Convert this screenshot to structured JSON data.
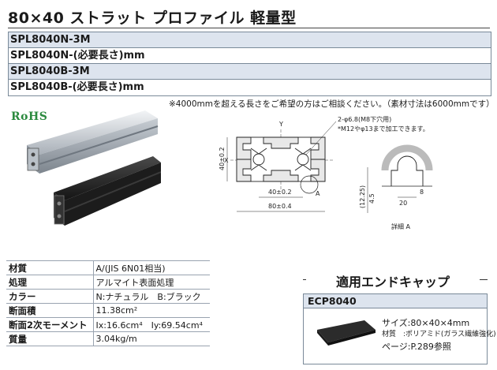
{
  "header": {
    "title": "80×40 ストラット プロファイル 軽量型"
  },
  "codes": [
    {
      "text": "SPL8040N-3M",
      "style": "shade"
    },
    {
      "text": "SPL8040N-(必要長さ)mm",
      "style": "plain"
    },
    {
      "text": "SPL8040B-3M",
      "style": "shade"
    },
    {
      "text": "SPL8040B-(必要長さ)mm",
      "style": "plain"
    }
  ],
  "note": "※4000mmを超える長さをご希望の方はご相談ください。（素材寸法は6000mmです）",
  "badge": "RoHS",
  "drawing": {
    "axis_y": "Y",
    "axis_x": "X",
    "hole_note1": "2-φ6.8(M8下穴用)",
    "hole_note2": "*M12やφ13まで加工できます。",
    "height": "40±0.2",
    "inner_width": "40±0.2",
    "width": "80±0.4",
    "detail_marker": "A",
    "detail_label": "詳細 A",
    "d1": "(12.25)",
    "d2": "4.5",
    "d3": "20",
    "d4": "8"
  },
  "spec": [
    {
      "key": "材質",
      "value": "A/(JIS 6N01相当)"
    },
    {
      "key": "処理",
      "value": "アルマイト表面処理"
    },
    {
      "key": "カラー",
      "value": "N:ナチュラル　B:ブラック"
    },
    {
      "key": "断面積",
      "value": "11.38cm²"
    },
    {
      "key": "断面2次モーメント",
      "value": "Ix:16.6cm⁴　Iy:69.54cm⁴"
    },
    {
      "key": "質量",
      "value": "3.04kg/m"
    }
  ],
  "endcap": {
    "title": "適用エンドキャップ",
    "code": "ECP8040",
    "size": "サイズ:80×40×4mm",
    "material": "材質　:ポリアミド(ガラス繊維強化)",
    "page": "ページ:P.289参照"
  }
}
